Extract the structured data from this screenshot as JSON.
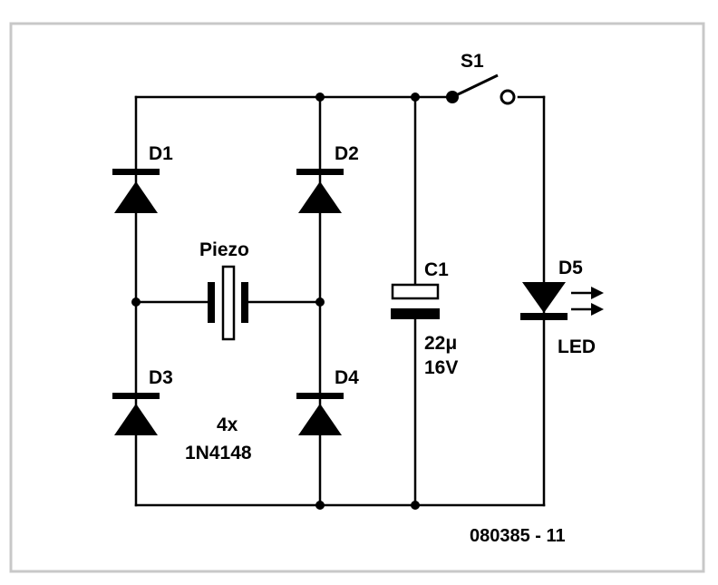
{
  "diagram": {
    "labels": {
      "d1": "D1",
      "d2": "D2",
      "d3": "D3",
      "d4": "D4",
      "d5": "D5",
      "piezo": "Piezo",
      "c1": "C1",
      "c1_value": "22μ",
      "c1_voltage": "16V",
      "led": "LED",
      "s1": "S1",
      "diode_count": "4x",
      "diode_type": "1N4148",
      "figure_code": "080385 - 11"
    },
    "colors": {
      "frame": "#c8c8c8",
      "wire": "#000000",
      "background": "#ffffff"
    }
  }
}
